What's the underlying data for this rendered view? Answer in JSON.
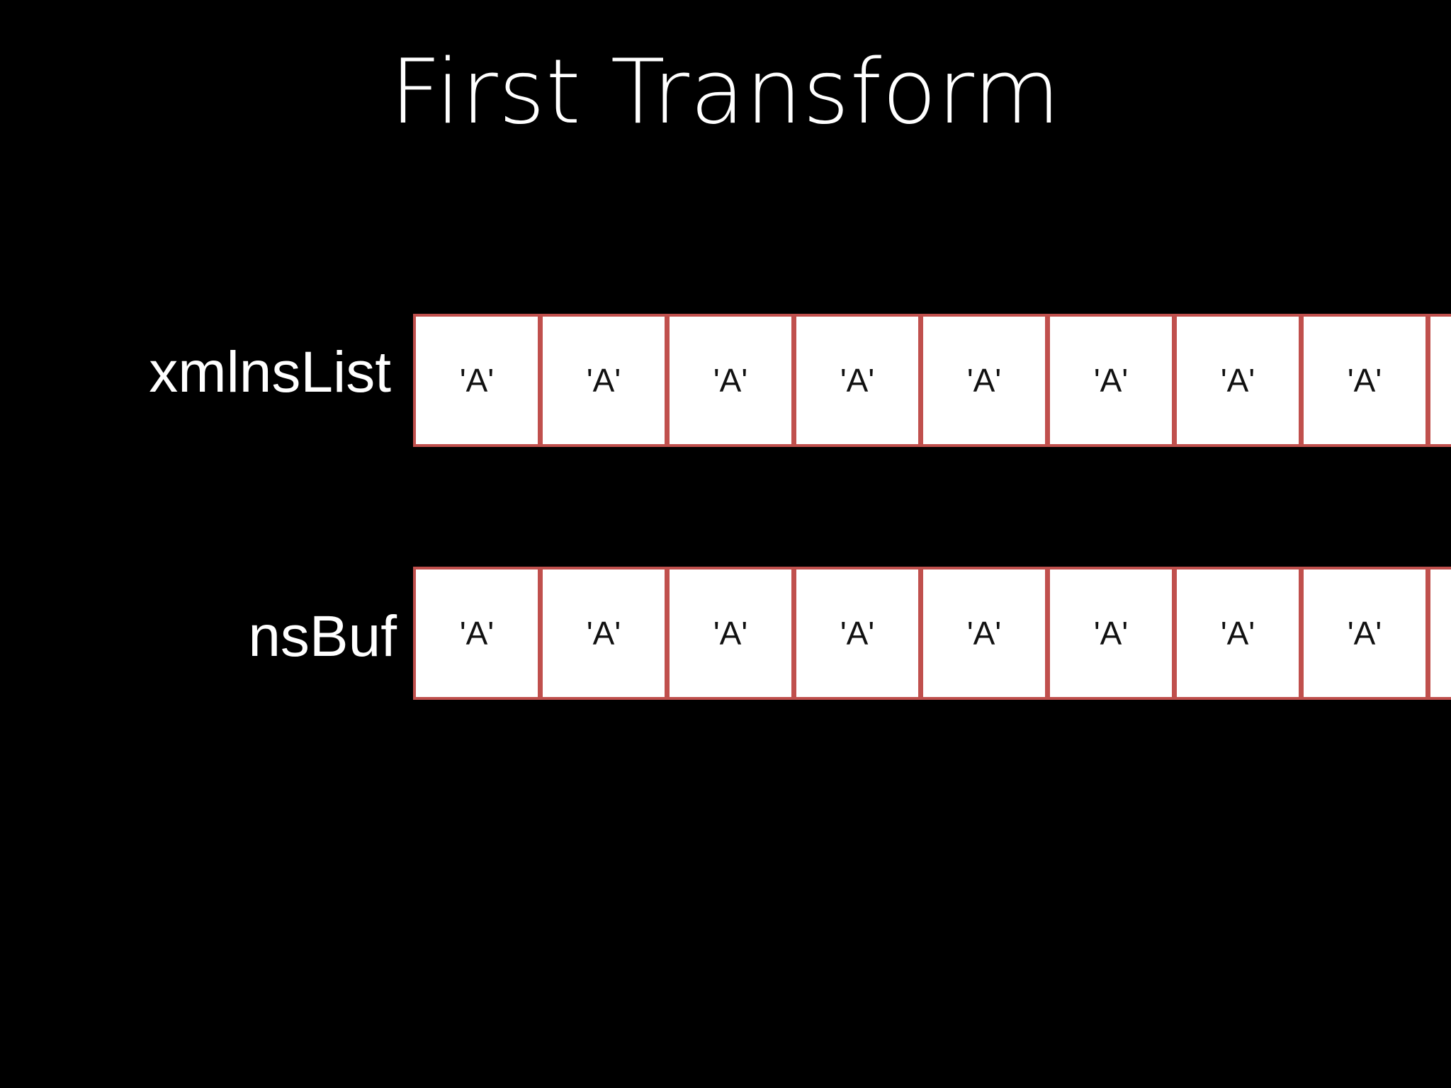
{
  "slide": {
    "title": "First Transform"
  },
  "arrays": [
    {
      "label": "xmlnsList",
      "cells": [
        "'A'",
        "'A'",
        "'A'",
        "'A'",
        "'A'",
        "'A'",
        "'A'",
        "'A'",
        ""
      ]
    },
    {
      "label": "nsBuf",
      "cells": [
        "'A'",
        "'A'",
        "'A'",
        "'A'",
        "'A'",
        "'A'",
        "'A'",
        "'A'",
        ""
      ]
    }
  ],
  "colors": {
    "background": "#000000",
    "cell_border": "#c0504d",
    "cell_fill": "#ffffff",
    "text": "#ffffff"
  }
}
